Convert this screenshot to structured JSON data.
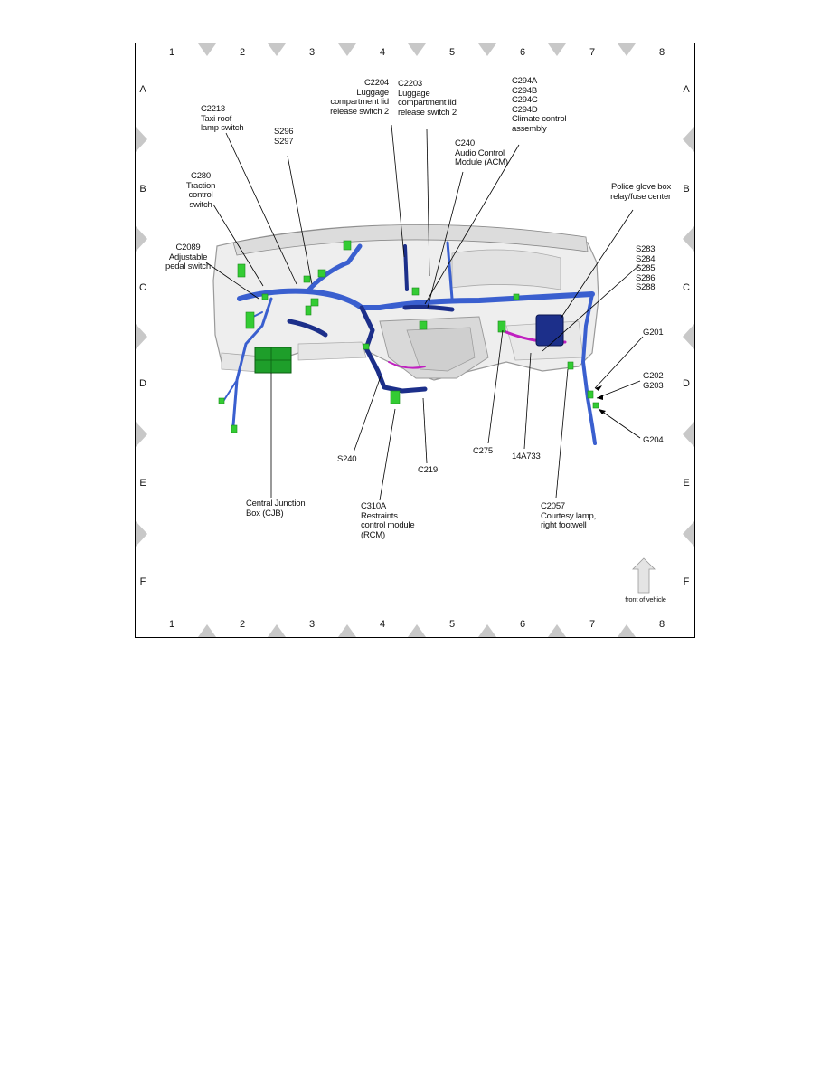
{
  "grid": {
    "columns": [
      "1",
      "2",
      "3",
      "4",
      "5",
      "6",
      "7",
      "8"
    ],
    "rows": [
      "A",
      "B",
      "C",
      "D",
      "E",
      "F"
    ]
  },
  "labels": {
    "c2213": "C2213\nTaxi roof\nlamp switch",
    "s296": "S296\nS297",
    "c2204": "C2204\nLuggage\ncompartment lid\nrelease switch 2",
    "c2203": "C2203\nLuggage\ncompartment lid\nrelease switch 2",
    "c294": "C294A\nC294B\nC294C\nC294D\nClimate control\nassembly",
    "c240": "C240\nAudio Control\nModule (ACM)",
    "c280": "C280\nTraction\ncontrol switch",
    "police_box": "Police glove box\nrelay/fuse center",
    "c2089": "C2089\nAdjustable\npedal switch",
    "s283": "S283\nS284\nS285\nS286\nS288",
    "g201": "G201",
    "g202": "G202\nG203",
    "g204": "G204",
    "s240": "S240",
    "c275": "C275",
    "c14a733": "14A733",
    "c219": "C219",
    "cjb": "Central Junction\nBox (CJB)",
    "c310a": "C310A\nRestraints\ncontrol module\n(RCM)",
    "c2057": "C2057\nCourtesy lamp,\nright footwell",
    "front": "front of vehicle"
  },
  "colors": {
    "harness_blue": "#3a5fcf",
    "harness_dark": "#1c2f8a",
    "connector_green": "#33cc33",
    "harness_magenta": "#c020c0",
    "marker_gray": "#c8c8c8"
  }
}
